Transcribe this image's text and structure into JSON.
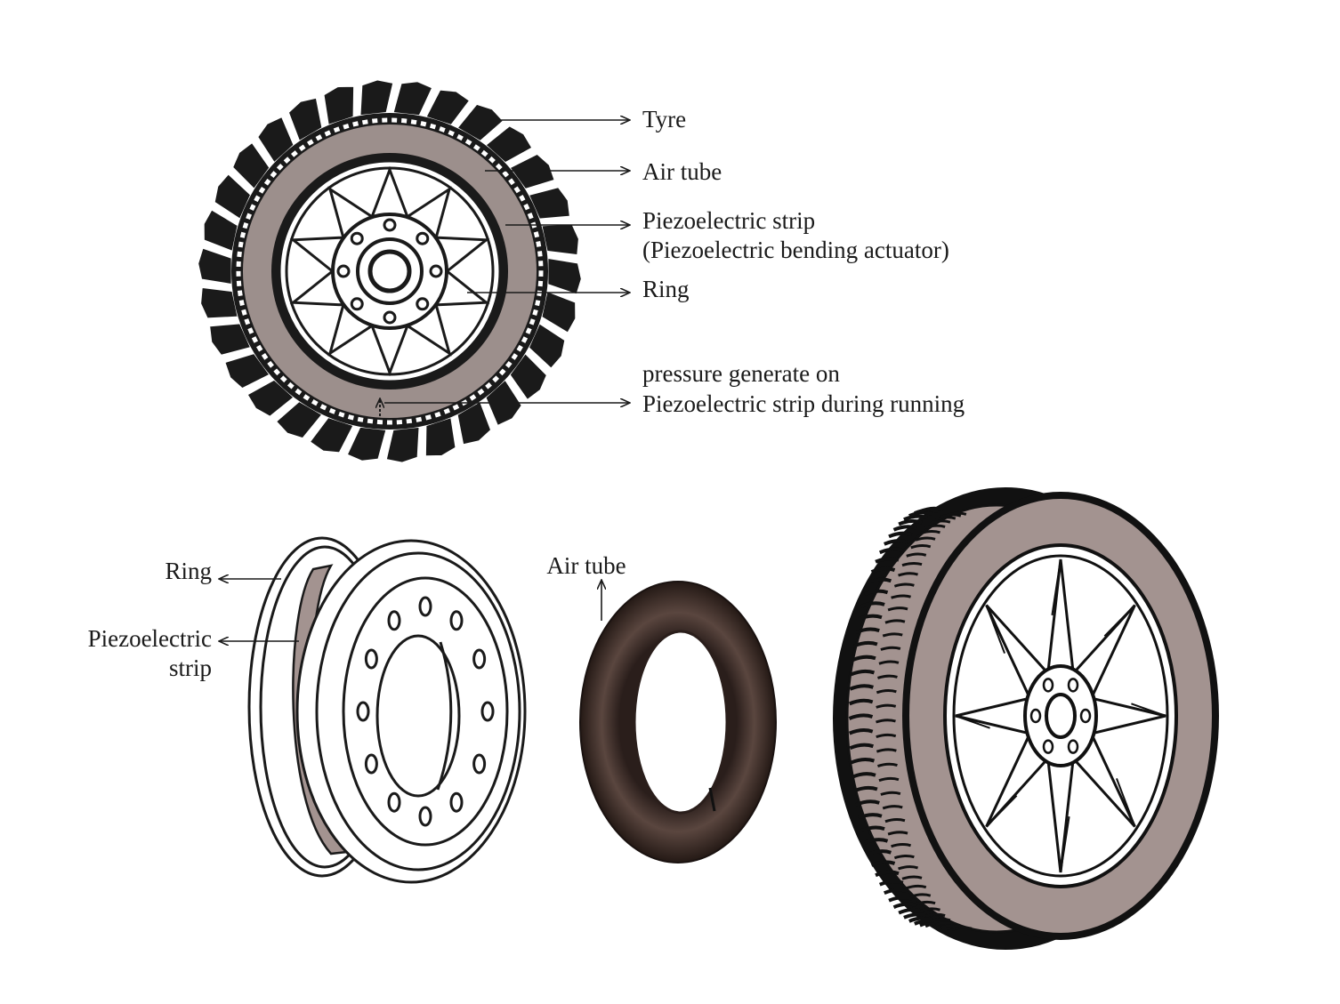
{
  "colors": {
    "tyre_rubber": "#1a1a1a",
    "air_tube": "#9c8f8c",
    "tyre_sidewall": "#a39390",
    "rim_fill": "#ffffff",
    "line": "#111111",
    "tube_rubber": "#3a2b27"
  },
  "top_figure": {
    "labels": {
      "tyre": "Tyre",
      "air_tube": "Air tube",
      "strip_line1": "Piezoelectric strip",
      "strip_line2": "(Piezoelectric bending actuator)",
      "ring": "Ring",
      "pressure_line1": "pressure generate on",
      "pressure_line2": "Piezoelectric strip during running"
    }
  },
  "bottom_figure": {
    "labels": {
      "ring": "Ring",
      "strip_line1": "Piezoelectric",
      "strip_line2": "strip",
      "air_tube": "Air tube"
    }
  },
  "icons": [
    "arrow-right-icon",
    "arrow-left-icon",
    "arrow-up-icon"
  ]
}
